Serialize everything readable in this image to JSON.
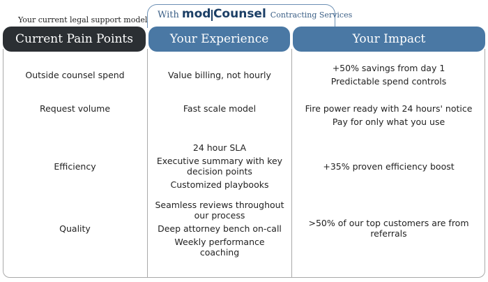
{
  "caption": "Your current legal support model",
  "brand": {
    "prefix": "With",
    "name_a": "mod",
    "name_b": "Counsel",
    "suffix": "Contracting Services"
  },
  "columns": [
    "Current Pain Points",
    "Your Experience",
    "Your Impact"
  ],
  "rows": [
    {
      "pain": "Outside counsel spend",
      "experience": [
        "Value billing, not hourly"
      ],
      "impact": [
        "+50% savings from day 1",
        "Predictable spend controls"
      ]
    },
    {
      "pain": "Request volume",
      "experience": [
        "Fast scale model"
      ],
      "impact": [
        "Fire power ready with 24 hours' notice",
        "Pay for only what you use"
      ]
    },
    {
      "pain": "Efficiency",
      "experience": [
        "24 hour SLA",
        "Executive summary with key decision points",
        "Customized playbooks"
      ],
      "impact": [
        "+35% proven efficiency boost"
      ]
    },
    {
      "pain": "Quality",
      "experience": [
        "Seamless reviews throughout our process",
        "Deep attorney bench on-call",
        "Weekly performance coaching"
      ],
      "impact": [
        ">50% of our top customers are from referrals"
      ]
    }
  ]
}
